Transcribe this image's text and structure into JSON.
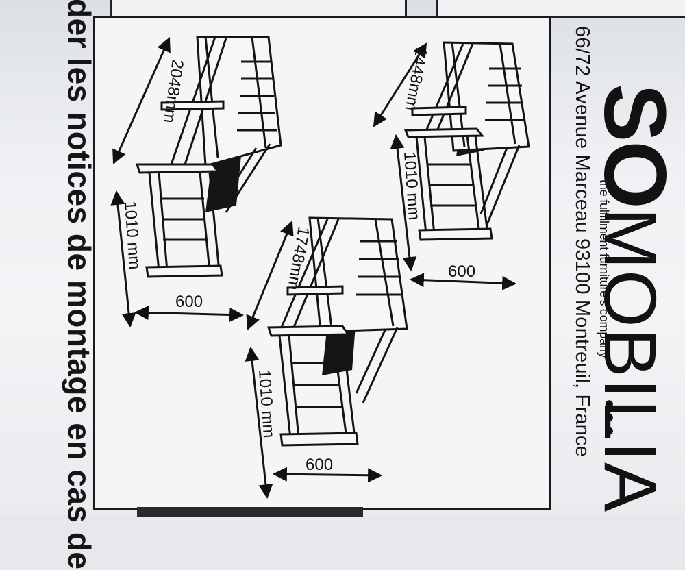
{
  "document": {
    "side_text": "der les notices de montage en cas de",
    "brand": {
      "logo_so": "SO",
      "logo_mobilia": "MOBILIA",
      "tagline": "the fulfillment furniture's company",
      "dots": "●●●",
      "address": "66/72 Avenue Marceau 93100 Montreuil, France"
    },
    "diagrams": [
      {
        "length": "2048mm",
        "height": "1010 mm",
        "width": "600"
      },
      {
        "length": "1448mm",
        "height": "1010 mm",
        "width": "600"
      },
      {
        "length": "1748mm",
        "height": "1010 mm",
        "width": "600"
      }
    ]
  }
}
